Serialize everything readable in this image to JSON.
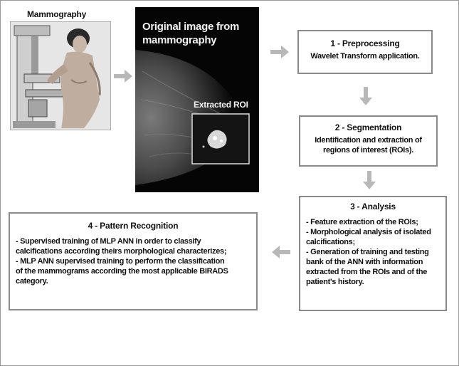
{
  "mammography_label": "Mammography",
  "mammogram": {
    "title": "Original image from mammography",
    "roi_label": "Extracted ROI"
  },
  "steps": [
    {
      "title": "1 - Preprocessing",
      "lines": [
        "Wavelet Transform application."
      ]
    },
    {
      "title": "2 - Segmentation",
      "lines": [
        "Identification and extraction of",
        "regions of interest (ROIs)."
      ]
    },
    {
      "title": "3 - Analysis",
      "lines": [
        "- Feature extraction of the ROIs;",
        "- Morphological analysis of isolated",
        "calcifications;",
        "- Generation of training and testing",
        "bank of the ANN with information",
        "extracted from the ROIs and of the",
        "patient's history."
      ]
    },
    {
      "title": "4 - Pattern Recognition",
      "lines": [
        "-  Supervised training of MLP ANN in order to classify",
        "calcifications according theirs morphological characterizes;",
        "- MLP ANN supervised training to perform the classification",
        "of the mammograms according the most applicable BIRADS",
        "category."
      ]
    }
  ],
  "colors": {
    "arrow": "#b8b8b8",
    "box_border": "#8a8a8a"
  }
}
